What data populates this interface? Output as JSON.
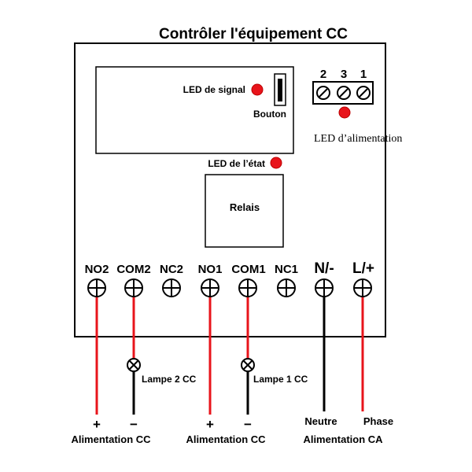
{
  "title": "Contrôler l'équipement CC",
  "module": {
    "signal_led_label": "LED de signal",
    "button_label": "Bouton",
    "status_led_label": "LED de l’état",
    "relay_label": "Relais",
    "power_led_label": "LED d’alimentation",
    "power_terminal_numbers": [
      "2",
      "3",
      "1"
    ],
    "led_color": "#e8141b"
  },
  "terminals": [
    "NO2",
    "COM2",
    "NC2",
    "NO1",
    "COM1",
    "NC1",
    "N/-",
    "L/+"
  ],
  "lamps": {
    "lamp2_label": "Lampe 2 CC",
    "lamp1_label": "Lampe 1 CC"
  },
  "wire_colors": {
    "positive": "#e8141b",
    "negative": "#000000"
  },
  "supplies": {
    "dc2_plus": "+",
    "dc2_minus": "−",
    "dc2_label": "Alimentation CC",
    "dc1_plus": "+",
    "dc1_minus": "−",
    "dc1_label": "Alimentation CC",
    "ac_neutral": "Neutre",
    "ac_phase": "Phase",
    "ac_label": "Alimentation CA"
  }
}
